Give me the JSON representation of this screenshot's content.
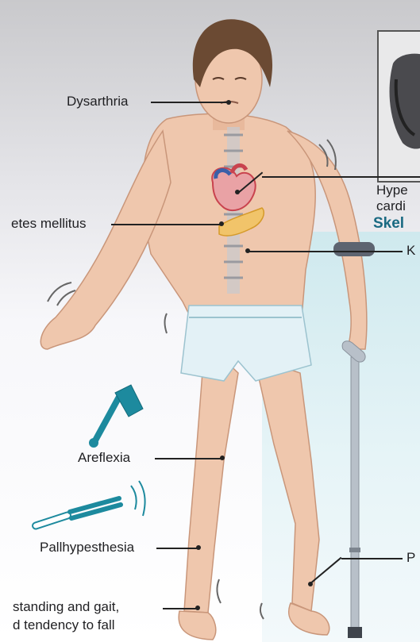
{
  "labels": {
    "dysarthria": "Dysarthria",
    "diabetes": "etes mellitus",
    "areflexia": "Areflexia",
    "pallhypesthesia": "Pallhypesthesia",
    "gait_line1": "standing and gait,",
    "gait_line2": "d tendency to fall",
    "hyper_line1": "Hype",
    "hyper_line2": "cardi",
    "skeletal_section": "Skel",
    "k_label": "K",
    "p_label": "P"
  },
  "colors": {
    "skin": "#efc7ad",
    "skin_shadow": "#d9a98c",
    "hair": "#6b4a33",
    "shorts": "#e3f1f6",
    "teal_accent": "#1d8a9e",
    "section_title": "#1a6a82",
    "heart_red": "#c9434e",
    "heart_blue": "#3b5fa8",
    "pancreas": "#f1c46a",
    "cane": "#b8c0c9",
    "leader_line": "#222222"
  },
  "icons": [
    "reflex-hammer-icon",
    "tuning-fork-icon",
    "crutch-icon",
    "heart-icon",
    "pancreas-icon",
    "spine-icon",
    "knee-brace-icon",
    "tremor-motion-icon"
  ]
}
